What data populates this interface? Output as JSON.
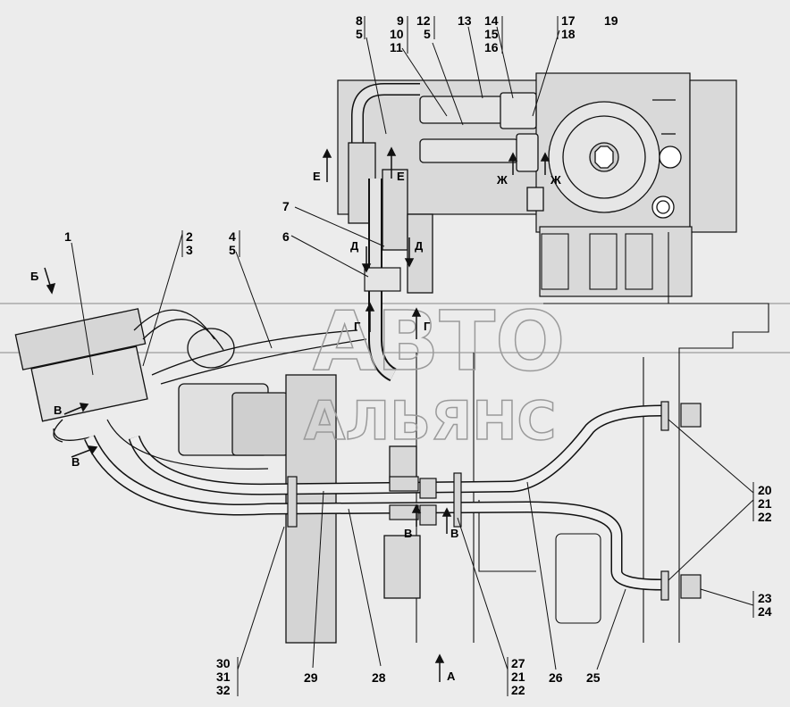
{
  "callouts": {
    "c1": "1",
    "c2": "2",
    "c3": "3",
    "c4": "4",
    "c5": "5",
    "c6": "6",
    "c7": "7",
    "c8": "8",
    "c5b": "5",
    "c9": "9",
    "c10": "10",
    "c11": "11",
    "c12": "12",
    "c5c": "5",
    "c13": "13",
    "c14": "14",
    "c15": "15",
    "c16": "16",
    "c17": "17",
    "c18": "18",
    "c19": "19",
    "c20": "20",
    "c21": "21",
    "c22": "22",
    "c23": "23",
    "c24": "24",
    "c25": "25",
    "c26": "26",
    "c27": "27",
    "c21b": "21",
    "c22b": "22",
    "c28": "28",
    "c29": "29",
    "c30": "30",
    "c31": "31",
    "c32": "32"
  },
  "section_marks": {
    "A": "А",
    "B": "Б",
    "V": "В",
    "G": "Г",
    "D": "Д",
    "E": "Е",
    "Zh": "Ж"
  },
  "watermark": {
    "line1": "АВТО",
    "line2": "АЛЬЯНС"
  },
  "colors": {
    "background": "#ececec",
    "ink": "#111111",
    "frame_fill": "#d9d9d9",
    "watermark": "#9a9a9a"
  }
}
